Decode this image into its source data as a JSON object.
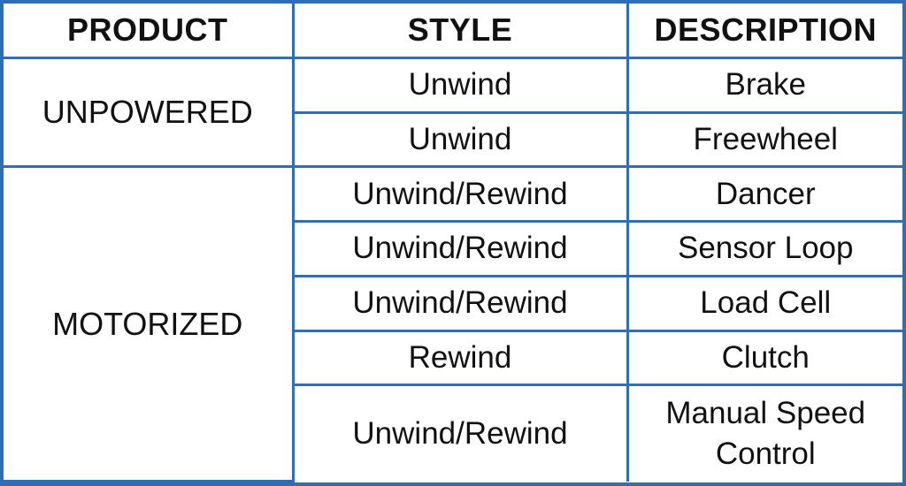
{
  "headers": {
    "product": "PRODUCT",
    "style": "STYLE",
    "description": "DESCRIPTION"
  },
  "groups": [
    {
      "product": "UNPOWERED",
      "rows": [
        {
          "style": "Unwind",
          "description": "Brake"
        },
        {
          "style": "Unwind",
          "description": "Freewheel"
        }
      ]
    },
    {
      "product": "MOTORIZED",
      "rows": [
        {
          "style": "Unwind/Rewind",
          "description": "Dancer"
        },
        {
          "style": "Unwind/Rewind",
          "description": "Sensor Loop"
        },
        {
          "style": "Unwind/Rewind",
          "description": "Load Cell"
        },
        {
          "style": "Rewind",
          "description": "Clutch"
        },
        {
          "style": "Unwind/Rewind",
          "description": "Manual Speed Control"
        }
      ]
    }
  ],
  "colors": {
    "border": "#2f6db5",
    "text": "#111111",
    "background": "#ffffff"
  }
}
